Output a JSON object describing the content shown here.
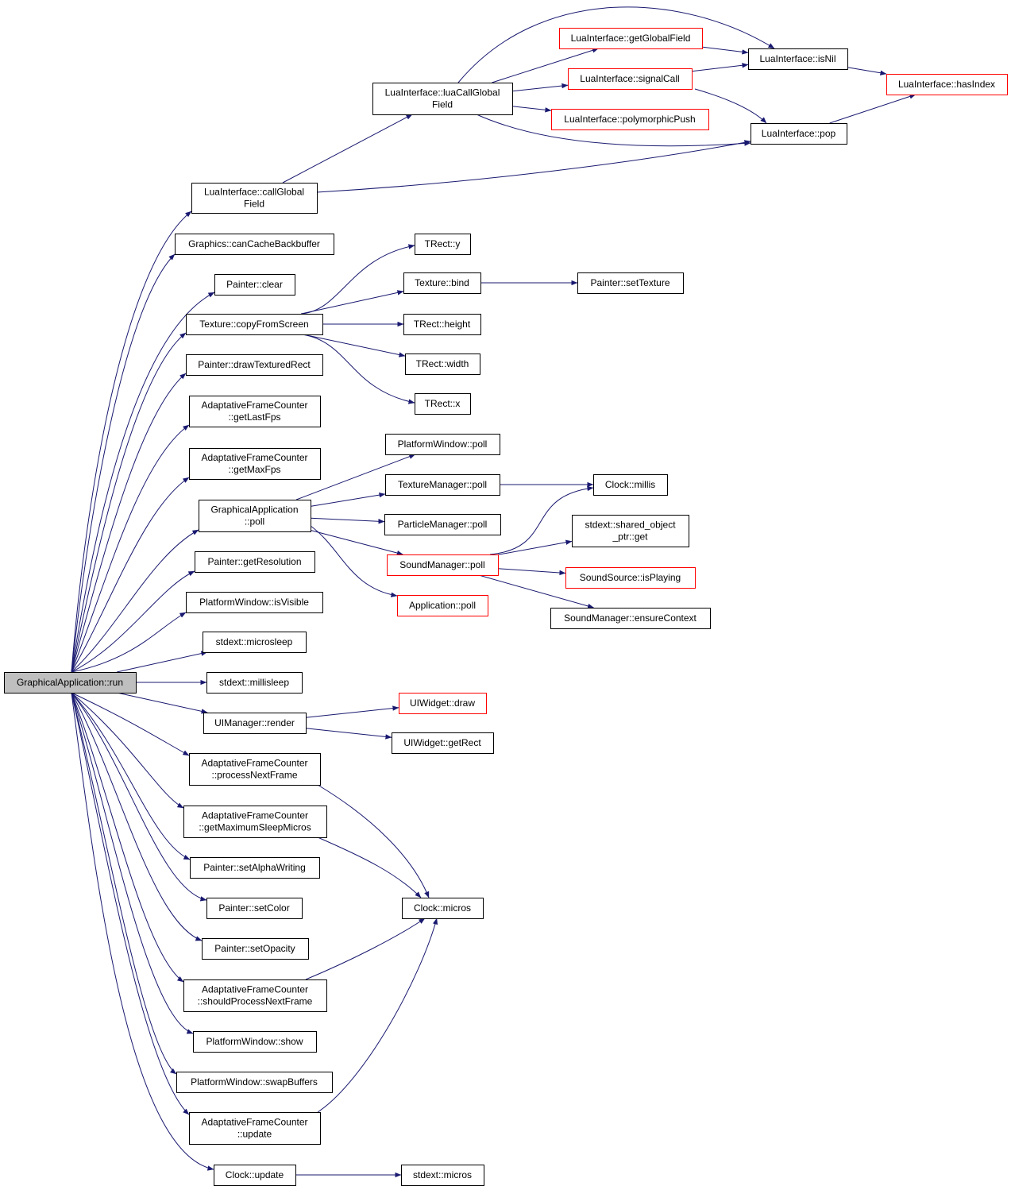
{
  "colors": {
    "edge": "#191970",
    "root_fill": "#bfbfbf",
    "node_fill": "#ffffff",
    "node_border": "#000000",
    "truncated_border": "#ff0000"
  },
  "nodes": [
    {
      "id": "run",
      "lines": [
        "GraphicalApplication::run"
      ],
      "kind": "root"
    },
    {
      "id": "callGlobalField",
      "lines": [
        "LuaInterface::callGlobal",
        "Field"
      ],
      "kind": "normal"
    },
    {
      "id": "canCacheBackbuffer",
      "lines": [
        "Graphics::canCacheBackbuffer"
      ],
      "kind": "normal"
    },
    {
      "id": "clear",
      "lines": [
        "Painter::clear"
      ],
      "kind": "normal"
    },
    {
      "id": "copyFromScreen",
      "lines": [
        "Texture::copyFromScreen"
      ],
      "kind": "normal"
    },
    {
      "id": "drawTexturedRect",
      "lines": [
        "Painter::drawTexturedRect"
      ],
      "kind": "normal"
    },
    {
      "id": "getLastFps",
      "lines": [
        "AdaptativeFrameCounter",
        "::getLastFps"
      ],
      "kind": "normal"
    },
    {
      "id": "getMaxFps",
      "lines": [
        "AdaptativeFrameCounter",
        "::getMaxFps"
      ],
      "kind": "normal"
    },
    {
      "id": "gapoll",
      "lines": [
        "GraphicalApplication",
        "::poll"
      ],
      "kind": "normal"
    },
    {
      "id": "getResolution",
      "lines": [
        "Painter::getResolution"
      ],
      "kind": "normal"
    },
    {
      "id": "isVisible",
      "lines": [
        "PlatformWindow::isVisible"
      ],
      "kind": "normal"
    },
    {
      "id": "microsleep",
      "lines": [
        "stdext::microsleep"
      ],
      "kind": "normal"
    },
    {
      "id": "millisleep",
      "lines": [
        "stdext::millisleep"
      ],
      "kind": "normal"
    },
    {
      "id": "render",
      "lines": [
        "UIManager::render"
      ],
      "kind": "normal"
    },
    {
      "id": "processNextFrame",
      "lines": [
        "AdaptativeFrameCounter",
        "::processNextFrame"
      ],
      "kind": "normal"
    },
    {
      "id": "getMaximumSleepMicros",
      "lines": [
        "AdaptativeFrameCounter",
        "::getMaximumSleepMicros"
      ],
      "kind": "normal"
    },
    {
      "id": "setAlphaWriting",
      "lines": [
        "Painter::setAlphaWriting"
      ],
      "kind": "normal"
    },
    {
      "id": "setColor",
      "lines": [
        "Painter::setColor"
      ],
      "kind": "normal"
    },
    {
      "id": "setOpacity",
      "lines": [
        "Painter::setOpacity"
      ],
      "kind": "normal"
    },
    {
      "id": "shouldProcessNextFrame",
      "lines": [
        "AdaptativeFrameCounter",
        "::shouldProcessNextFrame"
      ],
      "kind": "normal"
    },
    {
      "id": "show",
      "lines": [
        "PlatformWindow::show"
      ],
      "kind": "normal"
    },
    {
      "id": "swapBuffers",
      "lines": [
        "PlatformWindow::swapBuffers"
      ],
      "kind": "normal"
    },
    {
      "id": "afcupdate",
      "lines": [
        "AdaptativeFrameCounter",
        "::update"
      ],
      "kind": "normal"
    },
    {
      "id": "clockupdate",
      "lines": [
        "Clock::update"
      ],
      "kind": "normal"
    },
    {
      "id": "luaCallGlobalField",
      "lines": [
        "LuaInterface::luaCallGlobal",
        "Field"
      ],
      "kind": "normal"
    },
    {
      "id": "trecty",
      "lines": [
        "TRect::y"
      ],
      "kind": "normal"
    },
    {
      "id": "texbind",
      "lines": [
        "Texture::bind"
      ],
      "kind": "normal"
    },
    {
      "id": "trectheight",
      "lines": [
        "TRect::height"
      ],
      "kind": "normal"
    },
    {
      "id": "trectwidth",
      "lines": [
        "TRect::width"
      ],
      "kind": "normal"
    },
    {
      "id": "trectx",
      "lines": [
        "TRect::x"
      ],
      "kind": "normal"
    },
    {
      "id": "pwpoll",
      "lines": [
        "PlatformWindow::poll"
      ],
      "kind": "normal"
    },
    {
      "id": "tmpoll",
      "lines": [
        "TextureManager::poll"
      ],
      "kind": "normal"
    },
    {
      "id": "pmpoll",
      "lines": [
        "ParticleManager::poll"
      ],
      "kind": "normal"
    },
    {
      "id": "smpoll",
      "lines": [
        "SoundManager::poll"
      ],
      "kind": "truncated"
    },
    {
      "id": "apppoll",
      "lines": [
        "Application::poll"
      ],
      "kind": "truncated"
    },
    {
      "id": "uidraw",
      "lines": [
        "UIWidget::draw"
      ],
      "kind": "truncated"
    },
    {
      "id": "uigetrect",
      "lines": [
        "UIWidget::getRect"
      ],
      "kind": "normal"
    },
    {
      "id": "clockmicros",
      "lines": [
        "Clock::micros"
      ],
      "kind": "normal"
    },
    {
      "id": "stdextmicros",
      "lines": [
        "stdext::micros"
      ],
      "kind": "normal"
    },
    {
      "id": "getGlobalField",
      "lines": [
        "LuaInterface::getGlobalField"
      ],
      "kind": "truncated"
    },
    {
      "id": "signalCall",
      "lines": [
        "LuaInterface::signalCall"
      ],
      "kind": "truncated"
    },
    {
      "id": "polymorphicPush",
      "lines": [
        "LuaInterface::polymorphicPush"
      ],
      "kind": "truncated"
    },
    {
      "id": "setTexture",
      "lines": [
        "Painter::setTexture"
      ],
      "kind": "normal"
    },
    {
      "id": "clockmillis",
      "lines": [
        "Clock::millis"
      ],
      "kind": "normal"
    },
    {
      "id": "sharedget",
      "lines": [
        "stdext::shared_object",
        "_ptr::get"
      ],
      "kind": "normal"
    },
    {
      "id": "isPlaying",
      "lines": [
        "SoundSource::isPlaying"
      ],
      "kind": "truncated"
    },
    {
      "id": "ensureContext",
      "lines": [
        "SoundManager::ensureContext"
      ],
      "kind": "normal"
    },
    {
      "id": "isNil",
      "lines": [
        "LuaInterface::isNil"
      ],
      "kind": "normal"
    },
    {
      "id": "pop",
      "lines": [
        "LuaInterface::pop"
      ],
      "kind": "normal"
    },
    {
      "id": "hasIndex",
      "lines": [
        "LuaInterface::hasIndex"
      ],
      "kind": "truncated"
    }
  ],
  "edges": [
    [
      "run",
      "callGlobalField"
    ],
    [
      "run",
      "canCacheBackbuffer"
    ],
    [
      "run",
      "clear"
    ],
    [
      "run",
      "copyFromScreen"
    ],
    [
      "run",
      "drawTexturedRect"
    ],
    [
      "run",
      "getLastFps"
    ],
    [
      "run",
      "getMaxFps"
    ],
    [
      "run",
      "gapoll"
    ],
    [
      "run",
      "getResolution"
    ],
    [
      "run",
      "isVisible"
    ],
    [
      "run",
      "microsleep"
    ],
    [
      "run",
      "millisleep"
    ],
    [
      "run",
      "render"
    ],
    [
      "run",
      "processNextFrame"
    ],
    [
      "run",
      "getMaximumSleepMicros"
    ],
    [
      "run",
      "setAlphaWriting"
    ],
    [
      "run",
      "setColor"
    ],
    [
      "run",
      "setOpacity"
    ],
    [
      "run",
      "shouldProcessNextFrame"
    ],
    [
      "run",
      "show"
    ],
    [
      "run",
      "swapBuffers"
    ],
    [
      "run",
      "afcupdate"
    ],
    [
      "run",
      "clockupdate"
    ],
    [
      "callGlobalField",
      "luaCallGlobalField"
    ],
    [
      "callGlobalField",
      "pop"
    ],
    [
      "luaCallGlobalField",
      "getGlobalField"
    ],
    [
      "luaCallGlobalField",
      "isNil"
    ],
    [
      "luaCallGlobalField",
      "signalCall"
    ],
    [
      "luaCallGlobalField",
      "polymorphicPush"
    ],
    [
      "luaCallGlobalField",
      "pop"
    ],
    [
      "getGlobalField",
      "isNil"
    ],
    [
      "signalCall",
      "isNil"
    ],
    [
      "signalCall",
      "pop"
    ],
    [
      "isNil",
      "hasIndex"
    ],
    [
      "pop",
      "hasIndex"
    ],
    [
      "copyFromScreen",
      "trecty"
    ],
    [
      "copyFromScreen",
      "texbind"
    ],
    [
      "copyFromScreen",
      "trectheight"
    ],
    [
      "copyFromScreen",
      "trectwidth"
    ],
    [
      "copyFromScreen",
      "trectx"
    ],
    [
      "texbind",
      "setTexture"
    ],
    [
      "gapoll",
      "pwpoll"
    ],
    [
      "gapoll",
      "tmpoll"
    ],
    [
      "gapoll",
      "pmpoll"
    ],
    [
      "gapoll",
      "smpoll"
    ],
    [
      "gapoll",
      "apppoll"
    ],
    [
      "tmpoll",
      "clockmillis"
    ],
    [
      "smpoll",
      "clockmillis"
    ],
    [
      "smpoll",
      "sharedget"
    ],
    [
      "smpoll",
      "isPlaying"
    ],
    [
      "smpoll",
      "ensureContext"
    ],
    [
      "render",
      "uidraw"
    ],
    [
      "render",
      "uigetrect"
    ],
    [
      "processNextFrame",
      "clockmicros"
    ],
    [
      "getMaximumSleepMicros",
      "clockmicros"
    ],
    [
      "shouldProcessNextFrame",
      "clockmicros"
    ],
    [
      "afcupdate",
      "clockmicros"
    ],
    [
      "clockupdate",
      "stdextmicros"
    ]
  ]
}
